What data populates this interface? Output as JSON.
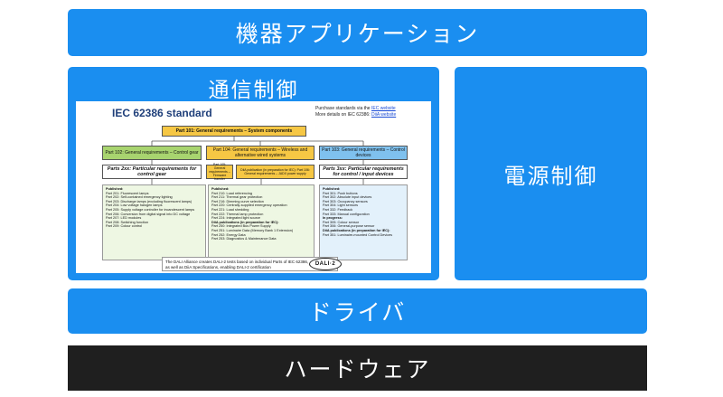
{
  "layers": {
    "application": "機器アプリケーション",
    "communication": "通信制御",
    "power": "電源制御",
    "driver": "ドライバ",
    "hardware": "ハードウェア"
  },
  "colors": {
    "blue_layer": "#1a8ef0",
    "hardware_layer": "#1f1f1f",
    "yellow_box": "#f6c744",
    "green_box": "#a8d46f",
    "blue_box": "#7fc1ee"
  },
  "iec": {
    "title": "IEC 62386 standard",
    "purchase_line1": "Purchase standards via the ",
    "purchase_link1": "IEC website",
    "purchase_line2": "More details on IEC 62386: ",
    "purchase_link2": "DiiA website",
    "part101": "Part 101: General requirements – System components",
    "part102": "Part 102: General requirements – Control gear",
    "part104": "Part 104: General requirements – Wireless and alternative wired systems",
    "part103": "Part 103: General requirements – Control devices",
    "parts2xx": "Parts 2xx: Particular requirements for control gear",
    "part105": "Part 105: General requirements – Firmware transfer",
    "dia_part104": "DiiA publication (in preparation for IEC): Part 106: General requirements – JADX power supply",
    "parts3xx": "Parts 3xx: Particular requirements for control / input devices",
    "gear_list": {
      "heading": "Published:",
      "items": [
        "Part 201: Fluorescent lamps",
        "Part 202: Self-contained emergency lighting",
        "Part 203: Discharge lamps (excluding fluorescent lamps)",
        "Part 204: Low voltage halogen lamps",
        "Part 205: Supply voltage controller for incandescent lamps",
        "Part 206: Conversion from digital signal into DC voltage",
        "Part 207: LED modules",
        "Part 208: Switching function",
        "Part 209: Colour control"
      ]
    },
    "control_list": {
      "heading": "Published:",
      "items": [
        "Part 210: Load referencing",
        "Part 211: Thermal gear protection",
        "Part 216: Dimming curve selection",
        "Part 220: Centrally-supplied emergency operation",
        "Part 221: Load shedding",
        "Part 222: Thermal lamp protection",
        "Part 224: Integrated light source"
      ],
      "heading2": "DiiA publications (in preparation for IEC):",
      "items2": [
        "Part 250: Integrated Bus Power Supply",
        "Part 251: Luminaire Data (Memory Bank 1 Extension)",
        "Part 252: Energy Data",
        "Part 253: Diagnostics & Maintenance Data"
      ]
    },
    "devices_list": {
      "heading": "Published:",
      "items": [
        "Part 301: Push buttons",
        "Part 302: Absolute input devices",
        "Part 303: Occupancy sensors",
        "Part 304: Light sensors",
        "Part 332: Feedback",
        "Part 333: Manual configuration"
      ],
      "heading2": "In progress:",
      "items2": [
        "Part 305: Colour sensor",
        "Part 306: General-purpose sensor"
      ],
      "heading3": "DiiA publications (in preparation for IEC):",
      "items3": [
        "Part 351: Luminaire-mounted Control Devices"
      ]
    },
    "dali_note": "The DALI Alliance creates DALI-2 tests based on individual Parts of IEC 62386, as well as DiiA Specifications, enabling DALI-2 certification",
    "dali2_logo": "DALI·2"
  }
}
